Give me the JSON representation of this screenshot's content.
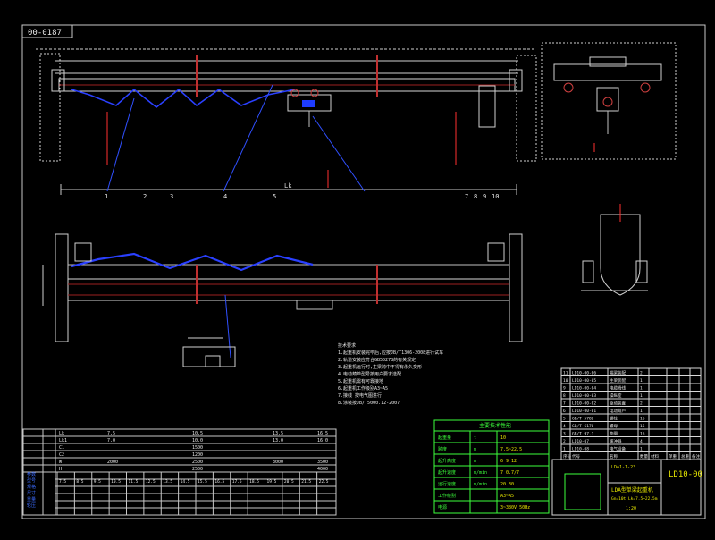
{
  "drawing": {
    "corner_code": "00-0187",
    "title_block_code": "LD10-00",
    "title_block_name": "LDA型单梁起重机",
    "spec_line": "Gn=10t  Lk=7.5~22.5m",
    "stamp_box": "LDA1-1-23",
    "scale_hint": "1:20"
  },
  "callouts": {
    "top_row": [
      "1",
      "2",
      "3",
      "4",
      "5"
    ],
    "bottom_row": [
      "7",
      "8",
      "9",
      "10"
    ],
    "main_span_label": "Lk"
  },
  "notes_lines": [
    "技术要求",
    "1.起重机安装完毕后,应按JB/T1306-2008进行试车",
    "2.轨道安装应符合GB50278的有关规定",
    "3.起重机运行时,主梁跨中不得有永久变形",
    "4.电动葫芦型号按用户要求选配",
    "5.起重机需有可靠接地",
    "6.起重机工作级别A3~A5",
    "7.接线 按电气图进行",
    "8.涂装按JB/T5000.12-2007"
  ],
  "spec_table": {
    "rows": [
      {
        "sym": "Lk",
        "v1": "7.5",
        "v2": "10.5",
        "v3": "13.5",
        "v4": "16.5"
      },
      {
        "sym": "Lk1",
        "v1": "7.0",
        "v2": "10.0",
        "v3": "13.0",
        "v4": "16.0"
      },
      {
        "sym": "C1",
        "v1": "",
        "v2": "1500",
        "v3": "",
        "v4": ""
      },
      {
        "sym": "C2",
        "v1": "",
        "v2": "1200",
        "v3": "",
        "v4": ""
      },
      {
        "sym": "W",
        "v1": "2000",
        "v2": "2500",
        "v3": "3000",
        "v4": "3500"
      },
      {
        "sym": "H",
        "v1": "",
        "v2": "2500",
        "v3": "",
        "v4": "4000"
      }
    ],
    "left_labels": [
      "参数",
      "型号",
      "规格",
      "尺寸",
      "重量",
      "轮压"
    ],
    "span_values": [
      "7.5",
      "8.5",
      "9.5",
      "10.5",
      "11.5",
      "12.5",
      "13.5",
      "14.5",
      "15.5",
      "16.5",
      "17.5",
      "18.5",
      "19.5",
      "20.5",
      "21.5",
      "22.5"
    ]
  },
  "performance_table": {
    "title": "主要技术性能",
    "rows": [
      [
        "起重量",
        "t",
        "10"
      ],
      [
        "跨度",
        "m",
        "7.5~22.5"
      ],
      [
        "起升高度",
        "m",
        "6 9 12"
      ],
      [
        "起升速度",
        "m/min",
        "7 0.7/7"
      ],
      [
        "运行速度",
        "m/min",
        "20 30"
      ],
      [
        "工作级别",
        "",
        "A3~A5"
      ],
      [
        "电源",
        "",
        "3~380V 50Hz"
      ]
    ]
  },
  "parts_list": {
    "header": [
      "序号",
      "代号",
      "名称",
      "数量",
      "材料",
      "单重",
      "总重",
      "备注"
    ],
    "rows": [
      [
        "11",
        "LD10-00-06",
        "端梁装配",
        "2",
        "",
        "",
        "",
        ""
      ],
      [
        "10",
        "LD10-00-05",
        "主梁装配",
        "1",
        "",
        "",
        "",
        ""
      ],
      [
        "9",
        "LD10-00-04",
        "电缆滑线",
        "1",
        "",
        "",
        "",
        ""
      ],
      [
        "8",
        "LD10-00-03",
        "操纵室",
        "1",
        "",
        "",
        "",
        ""
      ],
      [
        "7",
        "LD10-00-02",
        "驱动装置",
        "2",
        "",
        "",
        "",
        ""
      ],
      [
        "6",
        "LD10-00-01",
        "电动葫芦",
        "1",
        "",
        "",
        "",
        ""
      ],
      [
        "5",
        "GB/T 5782",
        "螺栓",
        "16",
        "",
        "",
        "",
        ""
      ],
      [
        "4",
        "GB/T 6170",
        "螺母",
        "16",
        "",
        "",
        "",
        ""
      ],
      [
        "3",
        "GB/T 97.1",
        "垫圈",
        "16",
        "",
        "",
        "",
        ""
      ],
      [
        "2",
        "LD10-07",
        "缓冲器",
        "4",
        "",
        "",
        "",
        ""
      ],
      [
        "1",
        "LD10-08",
        "电气设备",
        "1",
        "",
        "",
        "",
        ""
      ]
    ]
  }
}
